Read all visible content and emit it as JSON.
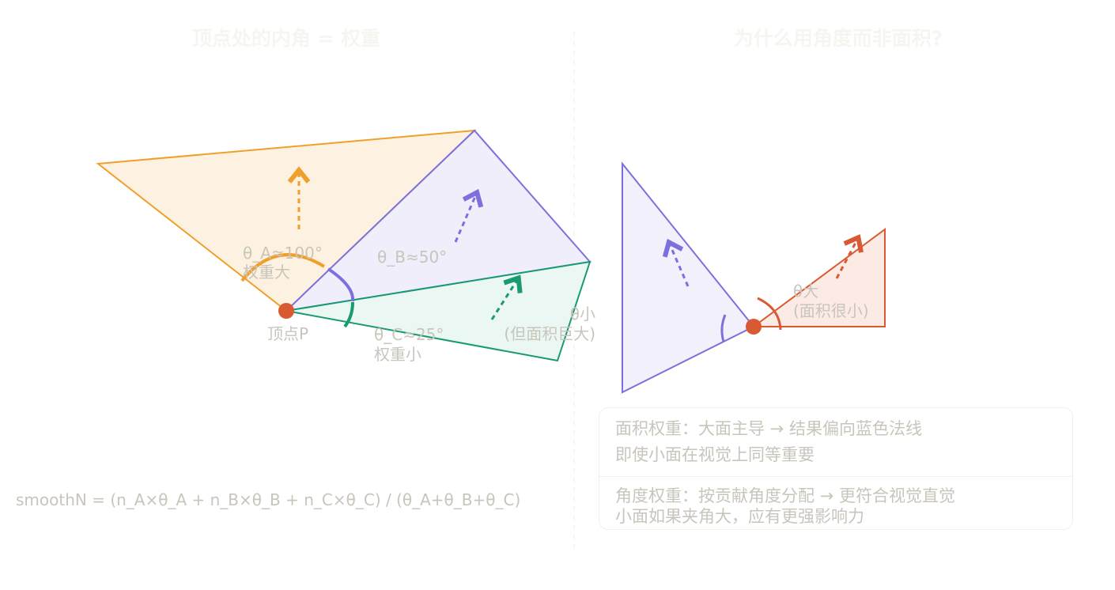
{
  "left_panel": {
    "title": "顶点处的内角 = 权重",
    "vertex_label": "顶点P",
    "angle_a": {
      "line1": "θ_A≈100°",
      "line2": "权重大"
    },
    "angle_b": {
      "line1": "θ_B≈50°"
    },
    "angle_c": {
      "line1": "θ_C≈25°",
      "line2": "权重小"
    },
    "small_angle_note": {
      "line1": "θ小",
      "line2": "(但面积巨大)"
    },
    "formula": "smoothN = (n_A×θ_A + n_B×θ_B + n_C×θ_C) / (θ_A+θ_B+θ_C)"
  },
  "right_panel": {
    "title": "为什么用角度而非面积?",
    "large_angle_note": {
      "line1": "θ大",
      "line2": "(面积很小)"
    },
    "explanation": {
      "area_weight": {
        "line1": "面积权重：大面主导 → 结果偏向蓝色法线",
        "line2": "即使小面在视觉上同等重要"
      },
      "angle_weight": {
        "line1": "角度权重：按贡献角度分配 → 更符合视觉直觉",
        "line2": "小面如果夹角大，应有更强影响力"
      }
    }
  },
  "colors": {
    "orange": "#f0a02a",
    "purple": "#7c70dd",
    "green": "#1a9a72",
    "red": "#d95a32",
    "text": "#c8c5bb"
  }
}
